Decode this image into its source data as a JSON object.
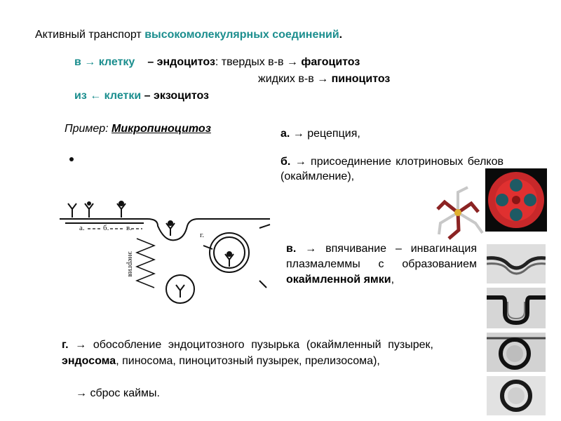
{
  "title": {
    "prefix": "Активный  транспорт ",
    "highlight": "высокомолекулярных соединений",
    "suffix": "."
  },
  "line_in": {
    "direction": "в → клетку",
    "dash": "– ",
    "term": "эндоцитоз",
    "rest": ": твердых в-в → ",
    "result": "фагоцитоз"
  },
  "line_liquid": {
    "text": "жидких  в-в  → ",
    "result": "пиноцитоз"
  },
  "line_out": {
    "direction": "из ← клетки",
    "rest": " – экзоцитоз"
  },
  "example": {
    "prefix": "Пример: ",
    "term": "Микропиноцитоз"
  },
  "steps": {
    "a": {
      "letter": "а.",
      "text": "рецепция,"
    },
    "b": {
      "letter": "б.",
      "text": "присоединение  клотриновых белков (окаймление),"
    },
    "v": {
      "letter": "в.",
      "text": "впячивание  – инвагинация плазмалеммы с образованием ",
      "bold": "окаймленной ямки",
      "tail": ","
    },
    "g": {
      "letter": "г.",
      "text1": "обособление  эндоцитозного  пузырька  (окаймленный пузырек, ",
      "bold": "эндосома",
      "text2": ", пиносома,  пиноцитозный  пузырек, прелизосома),",
      "last": "сброс каймы."
    }
  },
  "arrow_glyph": "→",
  "diagram": {
    "label_a": "а.",
    "label_b": "б.",
    "label_v": "в.",
    "label_g": "г.",
    "energy": "энергия"
  },
  "colors": {
    "teal": "#1b8e8e",
    "clathrin_red": "#c8282a",
    "clathrin_dark": "#1e5a64"
  }
}
